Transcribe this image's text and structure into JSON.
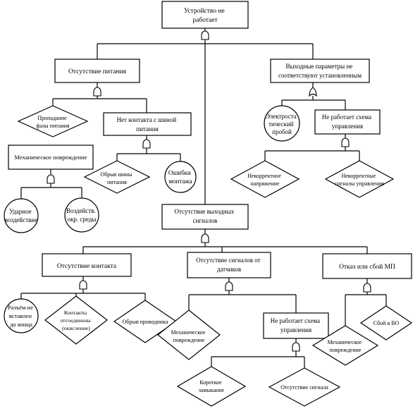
{
  "nodes": {
    "root": [
      "Устройство не",
      "работает"
    ],
    "power": [
      "Отсутствие питания"
    ],
    "out_params": [
      "Выходные параметры не",
      "соответствуют установленным"
    ],
    "power_fail": [
      "Пропадание",
      "фазы питания"
    ],
    "no_bus_contact": [
      "Нет контакта с шиной",
      "питания"
    ],
    "mech_damage": [
      "Механическое повреждение"
    ],
    "shock": [
      "Ударное",
      "воздействие"
    ],
    "environment": [
      "Воздейств.",
      "окр. среды"
    ],
    "wire_break": [
      "Обрыв шины",
      "питания"
    ],
    "mount_errors": [
      "Ошибки",
      "монтажа"
    ],
    "breakdown": [
      "Электроста",
      "тический",
      "пробой"
    ],
    "ctrl_circuit_1": [
      "Не работает схема",
      "управления"
    ],
    "bad_power": [
      "Некорректное",
      "напряжение"
    ],
    "bad_ctrl": [
      "Некорректные",
      "сигналы управления"
    ],
    "no_outputs": [
      "Отсутствие выходных",
      "сигналов"
    ],
    "no_contact": [
      "Отсутствие контакта"
    ],
    "no_sensor_signals": [
      "Отсутствие сигналов от",
      "датчиков"
    ],
    "mp_fail": [
      "Отказ или сбой МП"
    ],
    "connector": [
      "Разъём не",
      "вставлен",
      "до конца"
    ],
    "contacts_off": [
      "Контакты",
      "отсоединены",
      "(окисление)"
    ],
    "conductor_break": [
      "Обрыв проводника"
    ],
    "mech_damage_2": [
      "Механическое",
      "повреждение"
    ],
    "ctrl_circuit_2": [
      "Не работает схема",
      "управления"
    ],
    "short_circuit": [
      "Короткое",
      "замыкание"
    ],
    "no_signal": [
      "Отсутствие сигнала"
    ],
    "mech_damage_3": [
      "Механическое",
      "повреждение"
    ],
    "io_fail": [
      "Сбой в ВО"
    ]
  },
  "gates": [
    {
      "id": "g-root",
      "type": "and",
      "name": "and-gate-root"
    },
    {
      "id": "g-power",
      "type": "and",
      "name": "and-gate-power"
    },
    {
      "id": "g-outparams",
      "type": "or",
      "name": "or-gate-output-parameters"
    },
    {
      "id": "g-bus",
      "type": "and",
      "name": "and-gate-bus-contact"
    },
    {
      "id": "g-mech",
      "type": "and",
      "name": "and-gate-mechanical-damage"
    },
    {
      "id": "g-ctrl1",
      "type": "and",
      "name": "and-gate-control-circuit-1"
    },
    {
      "id": "g-outputs",
      "type": "and",
      "name": "and-gate-output-signals"
    },
    {
      "id": "g-contact",
      "type": "and",
      "name": "and-gate-contact"
    },
    {
      "id": "g-sensors",
      "type": "and",
      "name": "and-gate-sensors"
    },
    {
      "id": "g-mp",
      "type": "and",
      "name": "and-gate-mp"
    },
    {
      "id": "g-ctrl2",
      "type": "and",
      "name": "and-gate-control-circuit-2"
    }
  ]
}
